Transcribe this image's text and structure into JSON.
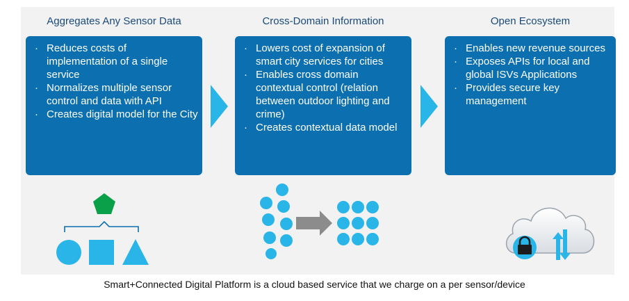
{
  "columns": [
    {
      "title": "Aggregates Any Sensor Data",
      "bullets": [
        "Reduces costs of implementation of a single service",
        "Normalizes multiple sensor control and data with API",
        "Creates digital model for the City"
      ]
    },
    {
      "title": "Cross-Domain Information",
      "bullets": [
        "Lowers cost of expansion of smart city services for cities",
        "Enables cross domain contextual control (relation between outdoor lighting and crime)",
        "Creates contextual data model"
      ]
    },
    {
      "title": "Open Ecosystem",
      "bullets": [
        "Enables new revenue sources",
        "Exposes APIs for local and global ISVs Applications",
        "Provides secure key management"
      ]
    }
  ],
  "bullet_glyph": "·",
  "footer": "Smart+Connected Digital Platform is a cloud based service that we charge on a per sensor/device",
  "colors": {
    "box": "#0b6fb0",
    "accent": "#29b5e8",
    "pentagon": "#0aa04a",
    "title_text": "#1a4a7a",
    "arrow_gray": "#8c8c8c",
    "background_panel": "#f2f2f2"
  },
  "icons": [
    "shapes-hierarchy-icon",
    "data-dots-arrow-icon",
    "cloud-lock-sync-icon"
  ]
}
